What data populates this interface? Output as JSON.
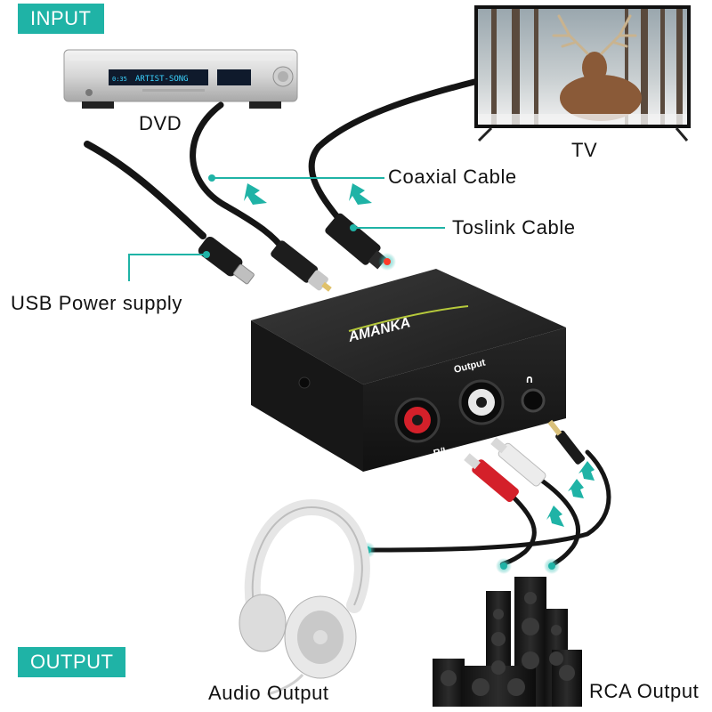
{
  "tags": {
    "input": "INPUT",
    "output": "OUTPUT"
  },
  "labels": {
    "dvd": "DVD",
    "tv": "TV",
    "coaxial_cable": "Coaxial Cable",
    "toslink_cable": "Toslink Cable",
    "usb_power_supply": "USB Power supply",
    "audio_output": "Audio Output",
    "rca_output": "RCA Output"
  },
  "device": {
    "brand": "AMANKA",
    "output_label": "Output",
    "rl_label": "R/L",
    "headphone_symbol": "∩"
  },
  "dvd_display": {
    "track": "ARTIST-SONG",
    "counter": "0:35"
  },
  "colors": {
    "accent": "#1fb3a6",
    "device_body": "#1c1c1c",
    "red_jack": "#d4202a",
    "white_jack": "#e8e8e8",
    "cable": "#151515"
  }
}
